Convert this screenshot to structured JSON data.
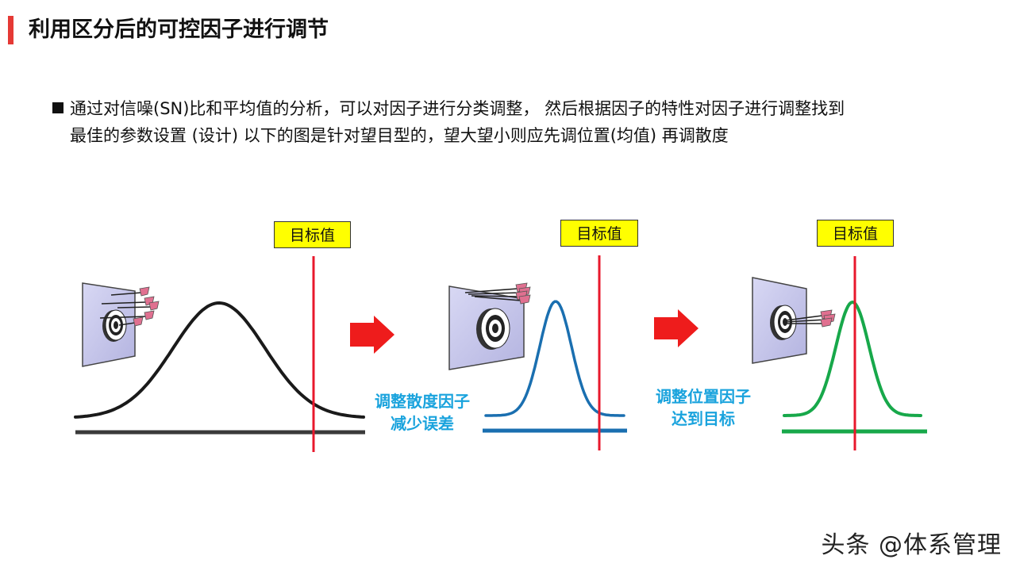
{
  "title": "利用区分后的可控因子进行调节",
  "bullet": {
    "line1": "通过对信噪(SN)比和平均值的分析，可以对因子进行分类调整，  然后根据因子的特性对因子进行调整找到",
    "line2": "最佳的参数设置 (设计)  以下的图是针对望目型的，望大望小则应先调位置(均值) 再调散度"
  },
  "panels": [
    {
      "target_label": "目标值",
      "curve_color": "#1a1a1a",
      "baseline_color": "#3a3a3a"
    },
    {
      "target_label": "目标值",
      "curve_color": "#1a6fb0",
      "baseline_color": "#1a6fb0"
    },
    {
      "target_label": "目标值",
      "curve_color": "#17a84a",
      "baseline_color": "#17a84a"
    }
  ],
  "steps": [
    {
      "line1": "调整散度因子",
      "line2": "减少误差"
    },
    {
      "line1": "调整位置因子",
      "line2": "达到目标"
    }
  ],
  "colors": {
    "accent_bar": "#e53935",
    "target_line": "#e8182c",
    "arrow": "#ee1c1c",
    "target_box": "#ffff00",
    "step_text": "#1aa3dd",
    "board_face": "#c8c8ee"
  },
  "icons": [
    "arrow-right-icon",
    "dartboard-icon",
    "dart-icon"
  ],
  "footer": "头条 @体系管理"
}
